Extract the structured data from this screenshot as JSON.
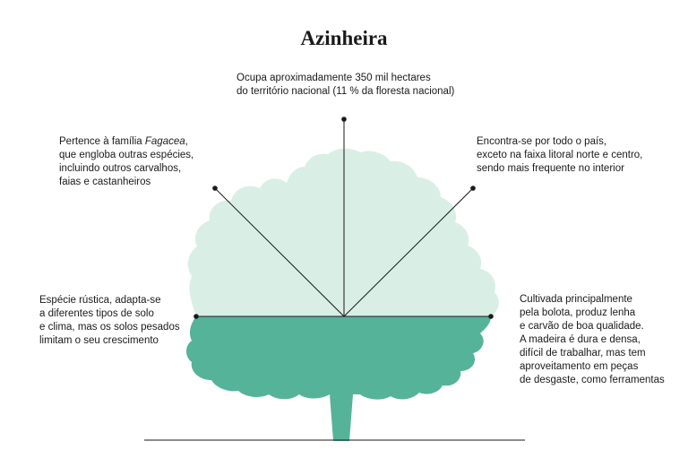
{
  "title": "Azinheira",
  "annotations": {
    "top": {
      "lines": [
        "Ocupa aproximadamente 350 mil hectares",
        "do território nacional (11 % da floresta nacional)"
      ]
    },
    "upper_left": {
      "line1_prefix": "Pertence à família ",
      "line1_italic": "Fagacea",
      "line1_suffix": ",",
      "lines": [
        "que engloba outras espécies,",
        "incluindo outros carvalhos,",
        "faias e castanheiros"
      ]
    },
    "upper_right": {
      "lines": [
        "Encontra-se por todo o país,",
        "exceto na faixa litoral norte e centro,",
        "sendo mais frequente no interior"
      ]
    },
    "lower_left": {
      "lines": [
        "Espécie rústica, adapta-se",
        "a diferentes tipos de solo",
        "e clima, mas os solos pesados",
        "limitam o seu crescimento"
      ]
    },
    "lower_right": {
      "lines": [
        "Cultivada principalmente",
        "pela bolota, produz lenha",
        "e carvão de boa qualidade.",
        "A madeira é dura e densa,",
        "difícil de trabalhar, mas tem",
        "aproveitamento em peças",
        "de desgaste, como ferramentas"
      ]
    }
  },
  "colors": {
    "canopy_light": "#d9efe6",
    "canopy_dark": "#55b39a",
    "line": "#1a1a1a"
  }
}
